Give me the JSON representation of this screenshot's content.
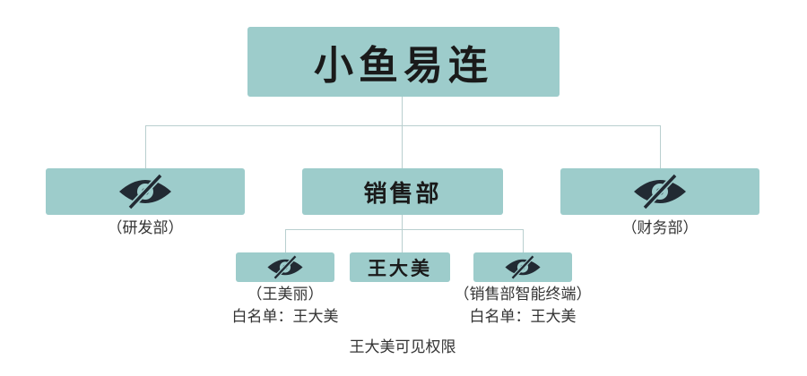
{
  "root": {
    "label": "小鱼易连"
  },
  "departments": [
    {
      "label": "（研发部）",
      "hidden": true,
      "icon": "eye-slash-icon"
    },
    {
      "label": "销售部",
      "hidden": false
    },
    {
      "label": "（财务部）",
      "hidden": true,
      "icon": "eye-slash-icon"
    }
  ],
  "members": [
    {
      "label": "（王美丽）",
      "whitelist": "白名单：王大美",
      "hidden": true,
      "icon": "eye-slash-icon"
    },
    {
      "label": "王大美",
      "hidden": false
    },
    {
      "label": "（销售部智能终端）",
      "whitelist": "白名单：王大美",
      "hidden": true,
      "icon": "eye-slash-icon"
    }
  ],
  "caption": "王大美可见权限",
  "colors": {
    "box": "#9dcccb",
    "line": "#b9cfcf",
    "icon": "#222a33"
  }
}
